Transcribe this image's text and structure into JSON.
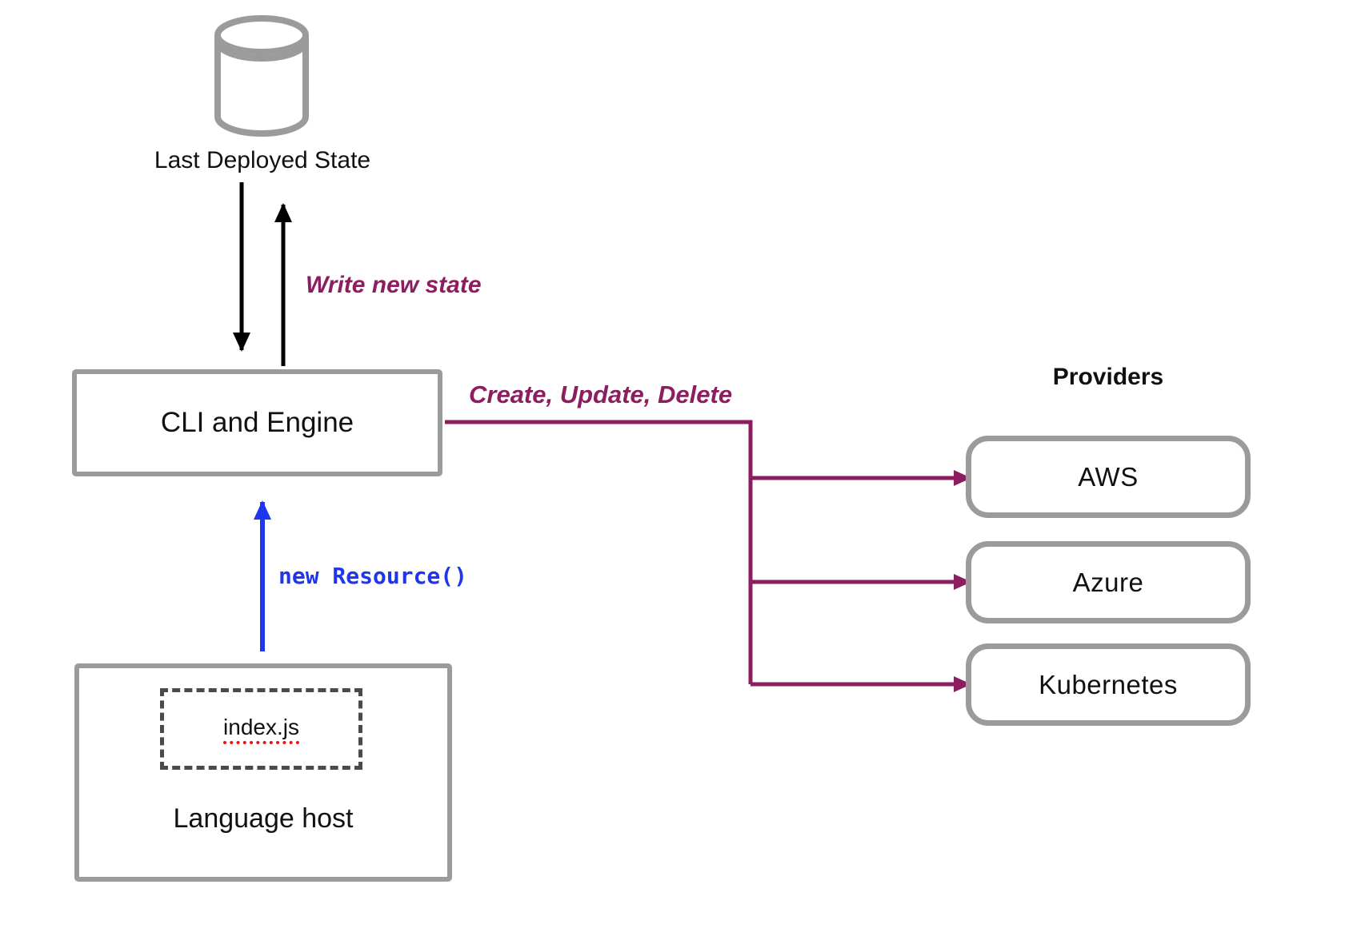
{
  "nodes": {
    "last_deployed_state": {
      "label": "Last Deployed State",
      "icon": "database-cylinder-icon"
    },
    "cli_engine": {
      "label": "CLI and Engine"
    },
    "language_host": {
      "label": "Language host",
      "file_label": "index.js"
    },
    "providers_heading": "Providers",
    "providers": [
      {
        "label": "AWS"
      },
      {
        "label": "Azure"
      },
      {
        "label": "Kubernetes"
      }
    ]
  },
  "edges": {
    "write_new_state": {
      "label": "Write new state",
      "color": "#8C1D5F",
      "style": "black up/down arrow pair"
    },
    "create_update_delete": {
      "label": "Create, Update, Delete",
      "color": "#8C1D5F",
      "targets": [
        "AWS",
        "Azure",
        "Kubernetes"
      ]
    },
    "new_resource": {
      "label": "new Resource()",
      "color": "#1E36EE"
    }
  },
  "colors": {
    "accent_maroon": "#8C1D5F",
    "code_blue": "#1E36EE",
    "sketch_gray": "#9B9B9B",
    "spellcheck_red": "#E81414",
    "text": "#111111",
    "background": "#FFFFFF"
  }
}
